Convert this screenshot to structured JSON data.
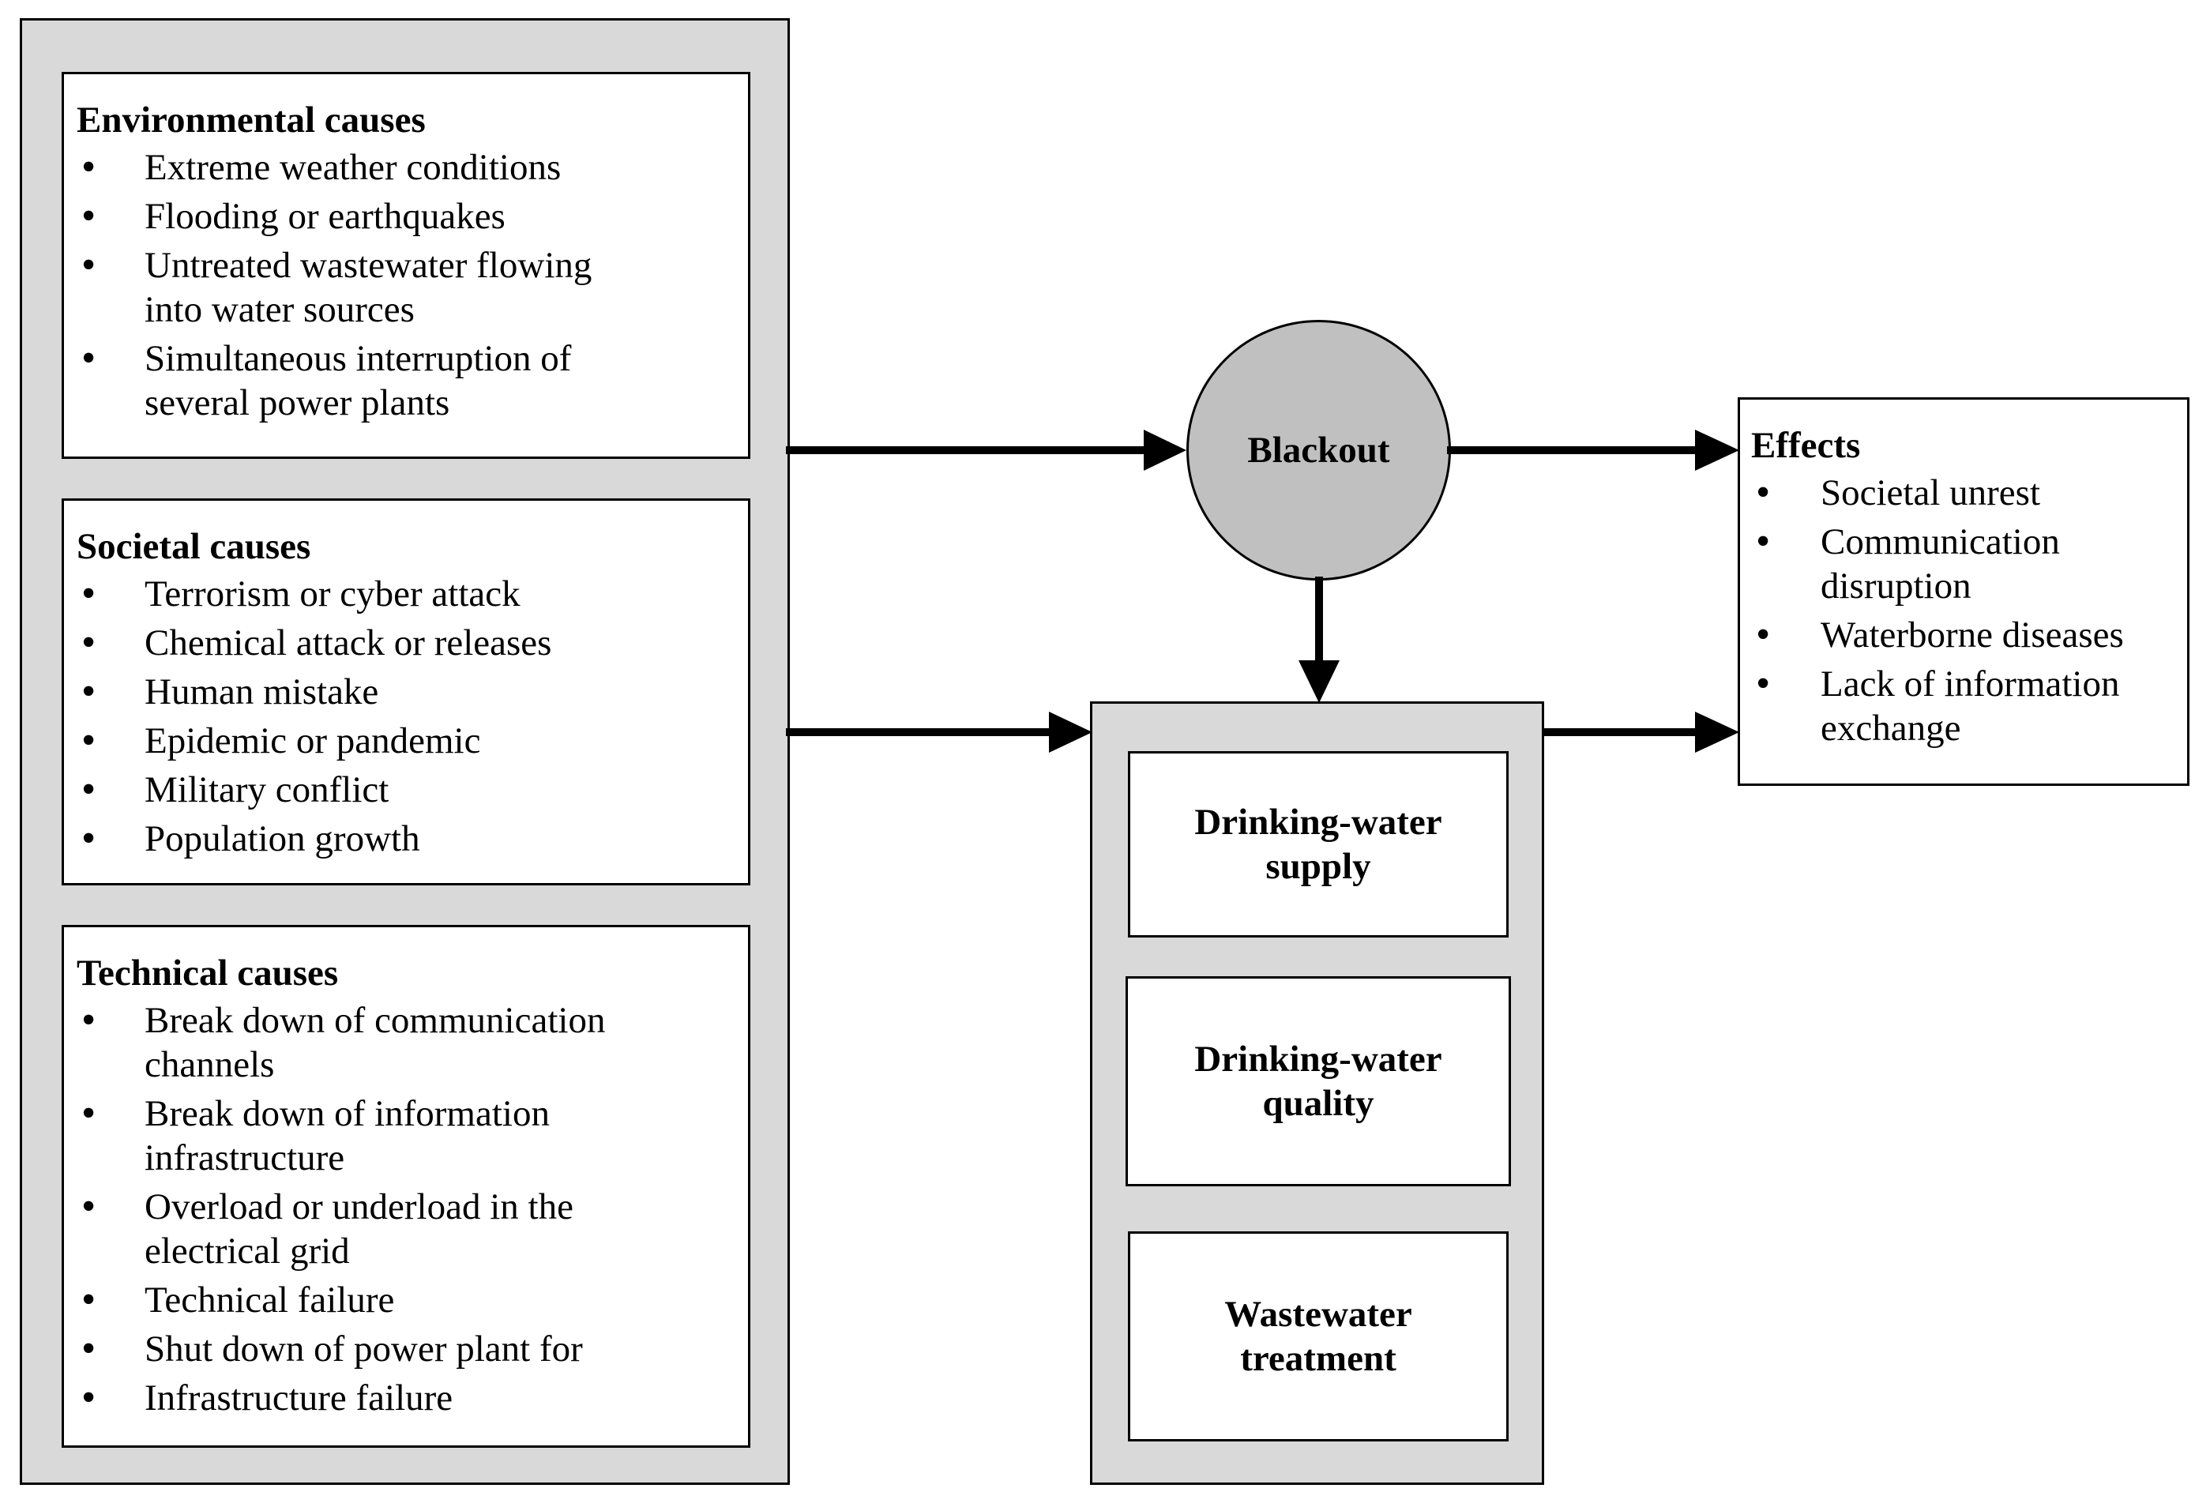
{
  "causes": {
    "environmental": {
      "heading": "Environmental causes",
      "items": [
        "Extreme weather conditions",
        "Flooding or earthquakes",
        "Untreated wastewater flowing into water sources",
        "Simultaneous interruption of several power plants"
      ]
    },
    "societal": {
      "heading": "Societal causes",
      "items": [
        "Terrorism or cyber attack",
        "Chemical attack or releases",
        "Human mistake",
        "Epidemic or pandemic",
        "Military conflict",
        "Population growth"
      ]
    },
    "technical": {
      "heading": "Technical causes",
      "items": [
        "Break down of communication channels",
        "Break down of information infrastructure",
        "Overload or underload in the electrical grid",
        "Technical failure",
        "Shut down of power plant for",
        "Infrastructure failure"
      ]
    }
  },
  "blackout": {
    "label": "Blackout"
  },
  "water_systems": {
    "supply": "Drinking-water supply",
    "quality": "Drinking-water quality",
    "wastewater": "Wastewater treatment"
  },
  "effects": {
    "heading": "Effects",
    "items": [
      "Societal unrest",
      "Communication disruption",
      "Waterborne diseases",
      "Lack of information exchange"
    ]
  },
  "colors": {
    "panel_fill": "#d9d9d9",
    "circle_fill": "#c0c0c0",
    "line": "#000000"
  }
}
